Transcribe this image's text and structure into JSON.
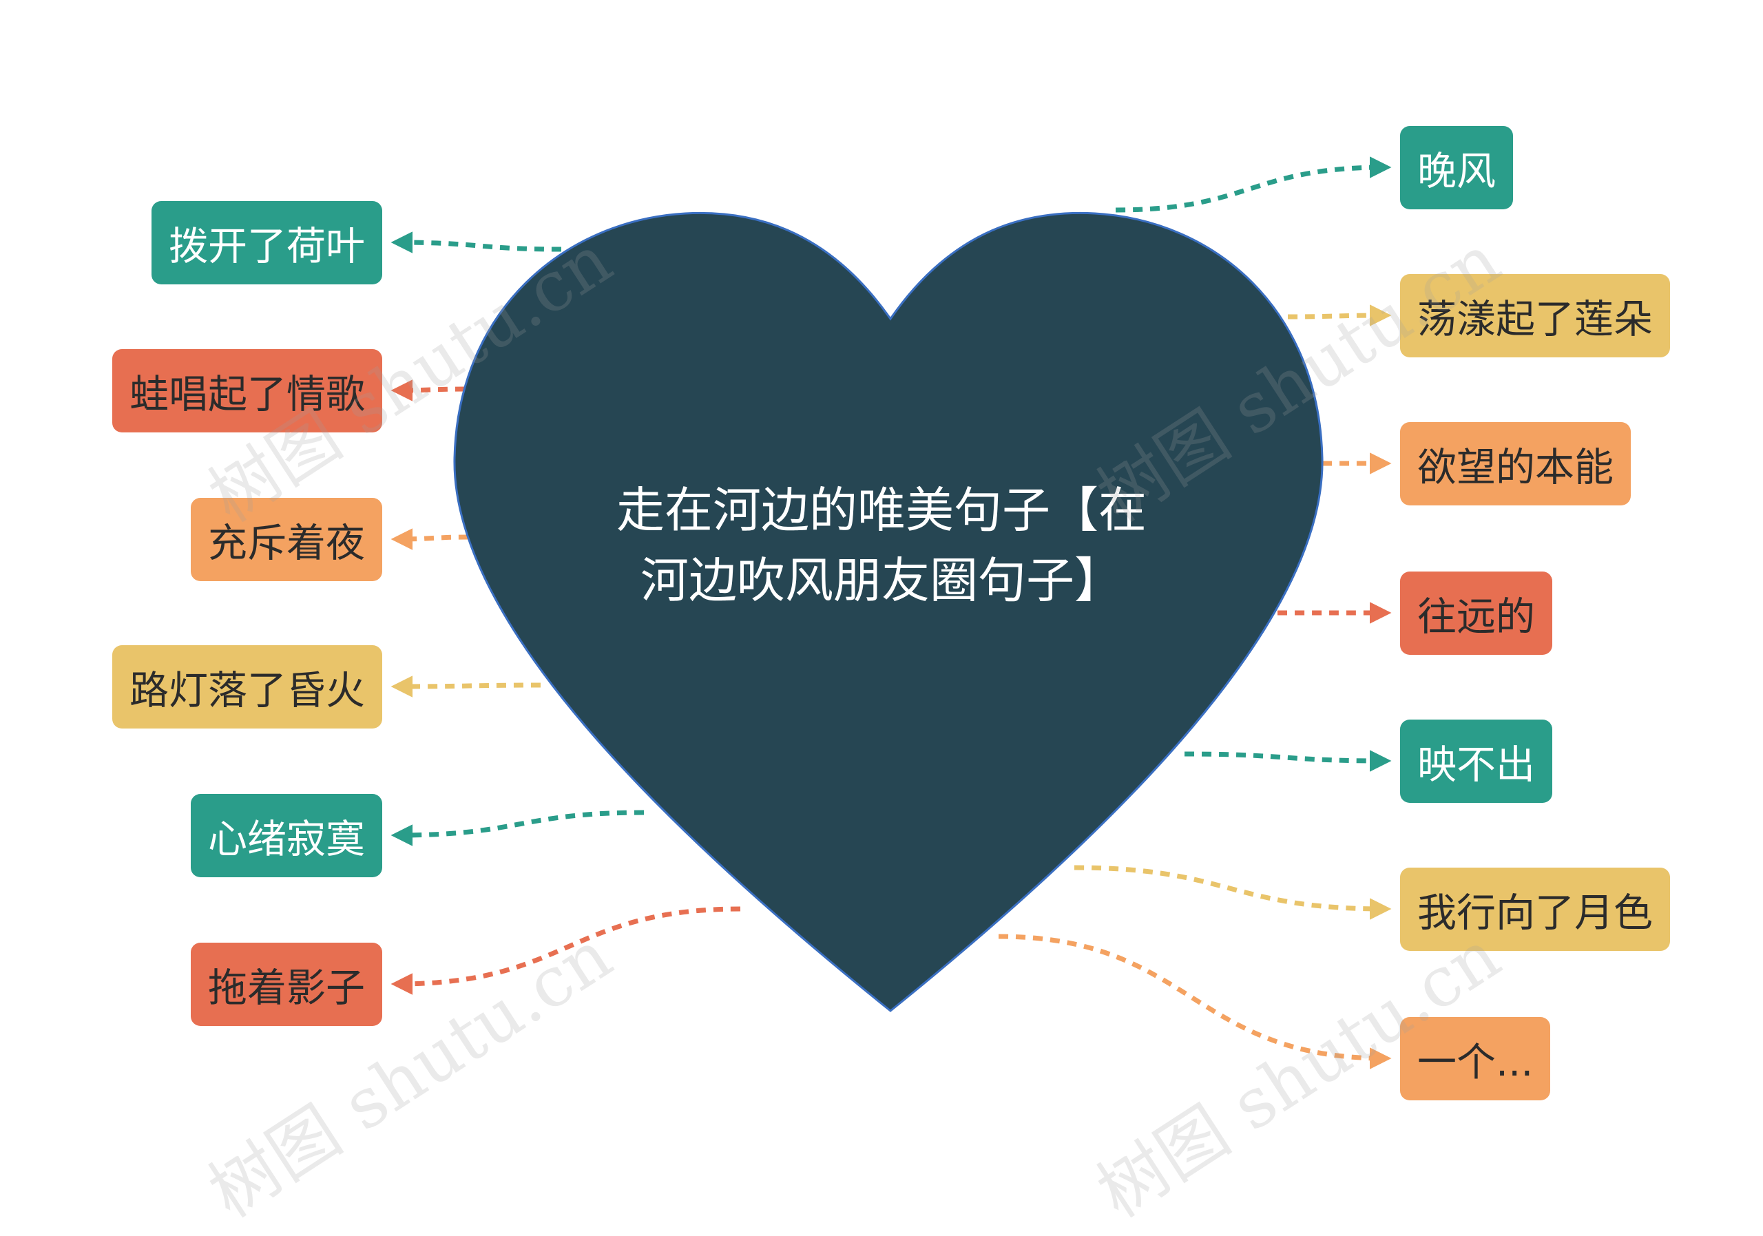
{
  "center": {
    "lines": [
      "走在河边的唯美句子【在",
      "河边吹风朋友圈句子】"
    ]
  },
  "colors": {
    "teal": "#2a9d8a",
    "red": "#e76f51",
    "yellow": "#e9c46a",
    "orange": "#f4a261",
    "heart": "#264653",
    "heart_outline": "#3a6fc2"
  },
  "left_nodes": [
    {
      "label": "拨开了荷叶",
      "color": "teal"
    },
    {
      "label": "蛙唱起了情歌",
      "color": "red"
    },
    {
      "label": "充斥着夜",
      "color": "orange"
    },
    {
      "label": "路灯落了昏火",
      "color": "yellow"
    },
    {
      "label": "心绪寂寞",
      "color": "teal"
    },
    {
      "label": "拖着影子",
      "color": "red"
    }
  ],
  "right_nodes": [
    {
      "label": "晚风",
      "color": "teal"
    },
    {
      "label": "荡漾起了莲朵",
      "color": "yellow"
    },
    {
      "label": "欲望的本能",
      "color": "orange"
    },
    {
      "label": "往远的",
      "color": "red"
    },
    {
      "label": "映不出",
      "color": "teal"
    },
    {
      "label": "我行向了月色",
      "color": "yellow"
    },
    {
      "label": "一个...",
      "color": "orange"
    }
  ],
  "watermark": "树图 shutu.cn"
}
